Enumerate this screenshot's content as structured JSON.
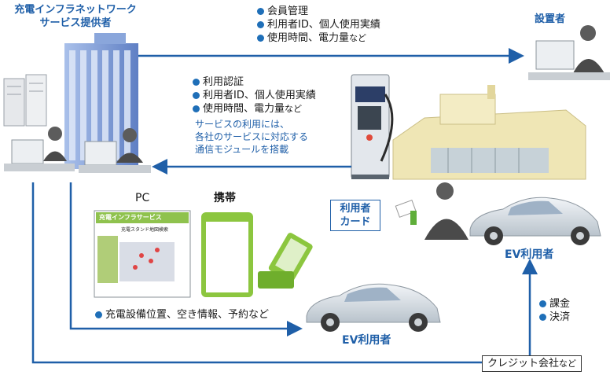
{
  "provider_title": [
    "充電インフラネットワーク",
    "サービス提供者"
  ],
  "installer_label": "設置者",
  "top_flow": {
    "items": [
      "会員管理",
      "利用者ID、個人使用実績"
    ],
    "last_main": "使用時間、電力量",
    "last_suffix": "など"
  },
  "mid_flow": {
    "items": [
      "利用認証",
      "利用者ID、個人使用実績"
    ],
    "last_main": "使用時間、電力量",
    "last_suffix": "など",
    "note": [
      "サービスの利用には、",
      "各社のサービスに対応する",
      "通信モジュールを搭載"
    ]
  },
  "device_labels": {
    "pc": "PC",
    "mobile": "携帯"
  },
  "pc_screen": {
    "banner": "充電インフラサービス",
    "subtitle": "充電スタンド地図検索"
  },
  "user_card": [
    "利用者",
    "カード"
  ],
  "ev_user_right": "EV利用者",
  "ev_user_bottom": "EV利用者",
  "info_flow": "充電設備位置、空き情報、予約など",
  "billing": [
    "課金",
    "決済"
  ],
  "credit": {
    "main": "クレジット会社",
    "suffix": "など"
  },
  "colors": {
    "arrow": "#1f5fa8",
    "building": "#6f8fd0",
    "station": "#dfe4ea",
    "car": "#cfd6dd"
  }
}
